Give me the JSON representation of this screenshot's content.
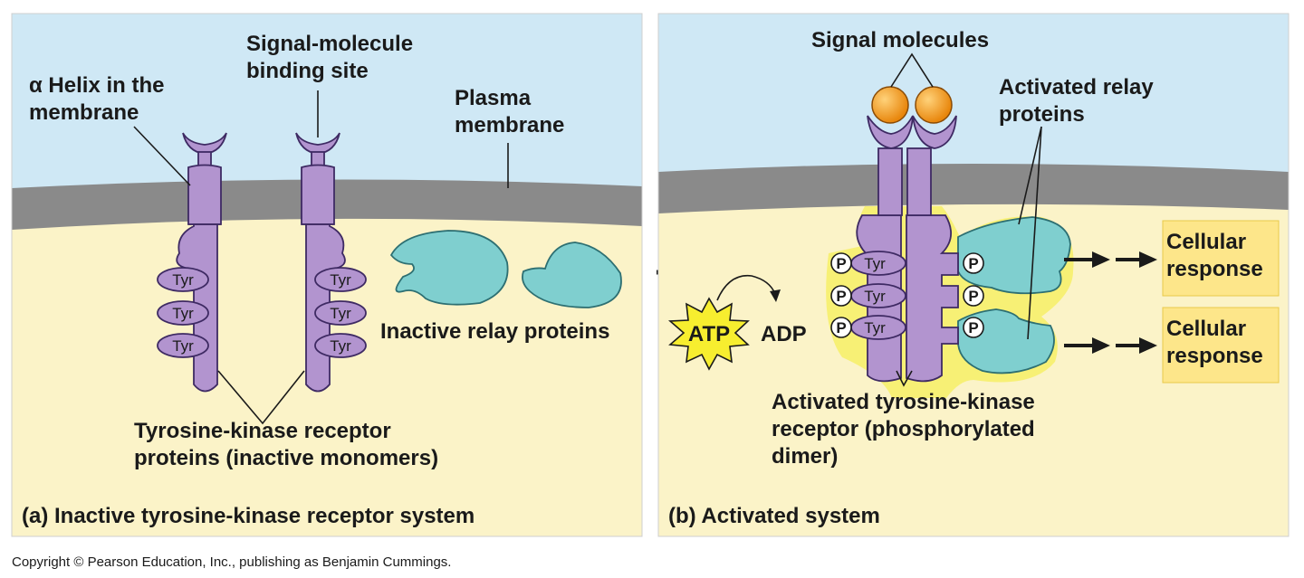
{
  "panel_a": {
    "caption": "(a) Inactive tyrosine-kinase receptor system",
    "labels": {
      "helix_line1": "α Helix in the",
      "helix_line2": "membrane",
      "binding_line1": "Signal-molecule",
      "binding_line2": "binding site",
      "plasma_line1": "Plasma",
      "plasma_line2": "membrane",
      "relay": "Inactive relay proteins",
      "receptor_line1": "Tyrosine-kinase receptor",
      "receptor_line2": "proteins (inactive monomers)"
    },
    "tyr_label": "Tyr"
  },
  "panel_b": {
    "caption": "(b) Activated system",
    "labels": {
      "signal": "Signal molecules",
      "relay_line1": "Activated relay",
      "relay_line2": "proteins",
      "atp": "ATP",
      "adp": "ADP",
      "dimer_line1": "Activated tyrosine-kinase",
      "dimer_line2": "receptor (phosphorylated",
      "dimer_line3": "dimer)",
      "response1_line1": "Cellular",
      "response1_line2": "response",
      "response2_line1": "Cellular",
      "response2_line2": "response"
    },
    "tyr_label": "Tyr",
    "phosphate_label": "P"
  },
  "copyright": "Copyright © Pearson Education, Inc., publishing as Benjamin Cummings.",
  "colors": {
    "extracellular": "#cfe8f5",
    "membrane": "#8a8a8a",
    "cytoplasm": "#fbf3c8",
    "receptor": "#b294cf",
    "relay_protein": "#7fcfcf",
    "signal_molecule": "#f39c1e",
    "response_box": "#fde68a",
    "atp_burst": "#f7ee2f"
  }
}
